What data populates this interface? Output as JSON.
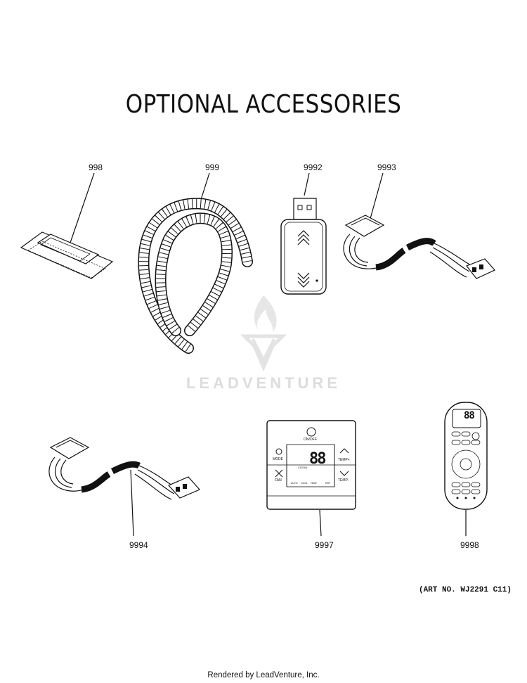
{
  "title": "OPTIONAL ACCESSORIES",
  "watermark": "LEADVENTURE",
  "callouts": {
    "c998": "998",
    "c999": "999",
    "c9992": "9992",
    "c9993": "9993",
    "c9994": "9994",
    "c9997": "9997",
    "c9998": "9998"
  },
  "thermostat": {
    "onoff": "ON/OFF",
    "mode": "MODE",
    "fan": "FAN",
    "temp_up": "TEMP+",
    "temp_down": "TEMP-",
    "digits": "88",
    "clean": "CLEAN",
    "auto": "AUTO",
    "cool": "COOL",
    "heat": "HEAT",
    "dry": "DRY"
  },
  "remote": {
    "digits": "88"
  },
  "art_number": "(ART NO. WJ2291 C11)",
  "footer": "Rendered by LeadVenture, Inc."
}
